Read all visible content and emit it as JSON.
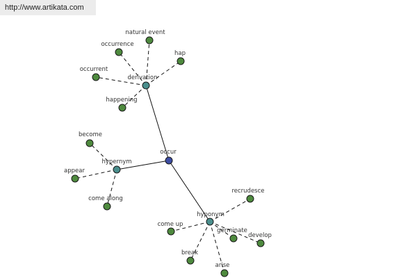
{
  "banner": {
    "url": "http://www.artikata.com"
  },
  "colors": {
    "leaf": "#4e8a3e",
    "relation": "#4a8e8c",
    "root": "#3d4da3",
    "stroke": "#1a1a1a"
  },
  "graph": {
    "root": "occur",
    "relations": [
      {
        "name": "derivation",
        "children": [
          "natural event",
          "occurrence",
          "hap",
          "occurrent",
          "happening"
        ]
      },
      {
        "name": "hypernym",
        "children": [
          "become",
          "appear",
          "come along"
        ]
      },
      {
        "name": "hyponym",
        "children": [
          "recrudesce",
          "come up",
          "germinate",
          "develop",
          "break",
          "arise"
        ]
      }
    ]
  }
}
